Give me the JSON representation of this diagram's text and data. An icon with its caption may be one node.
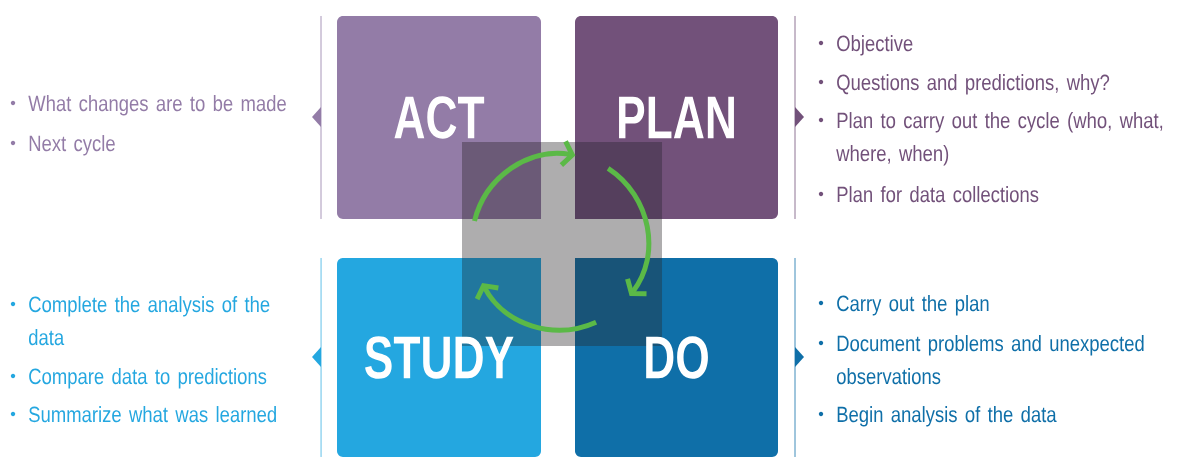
{
  "diagram": {
    "nodes": [
      {
        "text": [
          "ACT"
        ],
        "beside": [
          "What changes are to be made",
          "Next cycle"
        ]
      },
      {
        "text": [
          "PLAN"
        ],
        "beside": [
          "Objective",
          "Questions and predictions, why?",
          "Plan to carry out the cycle (who, what, where, when)",
          "Plan for data collections"
        ]
      },
      {
        "text": [
          "STUDY"
        ],
        "beside": [
          "Complete the analysis of the data",
          "Compare data to predictions",
          "Summarize what was learned"
        ]
      },
      {
        "text": [
          "DO"
        ],
        "beside": [
          "Carry out the plan",
          "Document problems and unexpected observations",
          "Begin analysis of the data"
        ]
      }
    ],
    "edges": [
      {
        "from": 0,
        "to": 1,
        "arrow": "to"
      },
      {
        "from": 1,
        "to": 3,
        "arrow": "to"
      },
      {
        "from": 3,
        "to": 2,
        "arrow": "to"
      }
    ]
  }
}
